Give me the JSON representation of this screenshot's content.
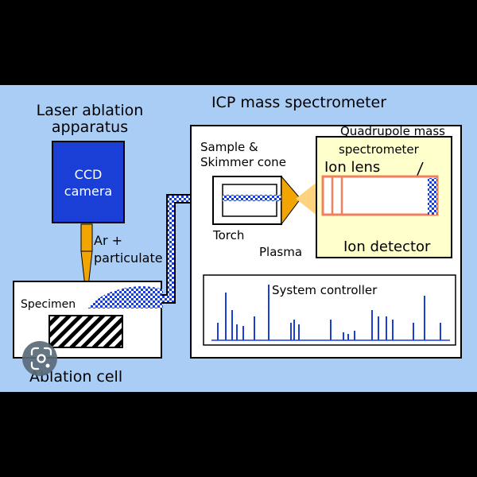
{
  "labels": {
    "laser_line1": "Laser ablation",
    "laser_line2": "apparatus",
    "icp_title": "ICP mass spectrometer",
    "ccd_line1": "CCD",
    "ccd_line2": "camera",
    "ar_line1": "Ar +",
    "ar_line2": "particulate",
    "sample_line1": "Sample &",
    "sample_line2": "Skimmer cone",
    "torch": "Torch",
    "plasma": "Plasma",
    "quad_line1": "Quadrupole mass",
    "quad_line2": "spectrometer",
    "ion_lens": "Ion lens",
    "ion_detector": "Ion detector",
    "specimen": "Specimen",
    "system_controller": "System controller",
    "ablation_cell": "Ablation cell"
  },
  "colors": {
    "background": "#a9cdf5",
    "camera": "#1a3fd6",
    "camera_text": "#ffffff",
    "beam": "#f2a500",
    "particulate": "#1a3fd6",
    "quad_fill": "#ffffcc",
    "quad_border": "#f08060",
    "spectrum": "#1a3fd6",
    "plasma": "#f2a500"
  },
  "icons": {
    "lens": "google-lens-icon"
  }
}
